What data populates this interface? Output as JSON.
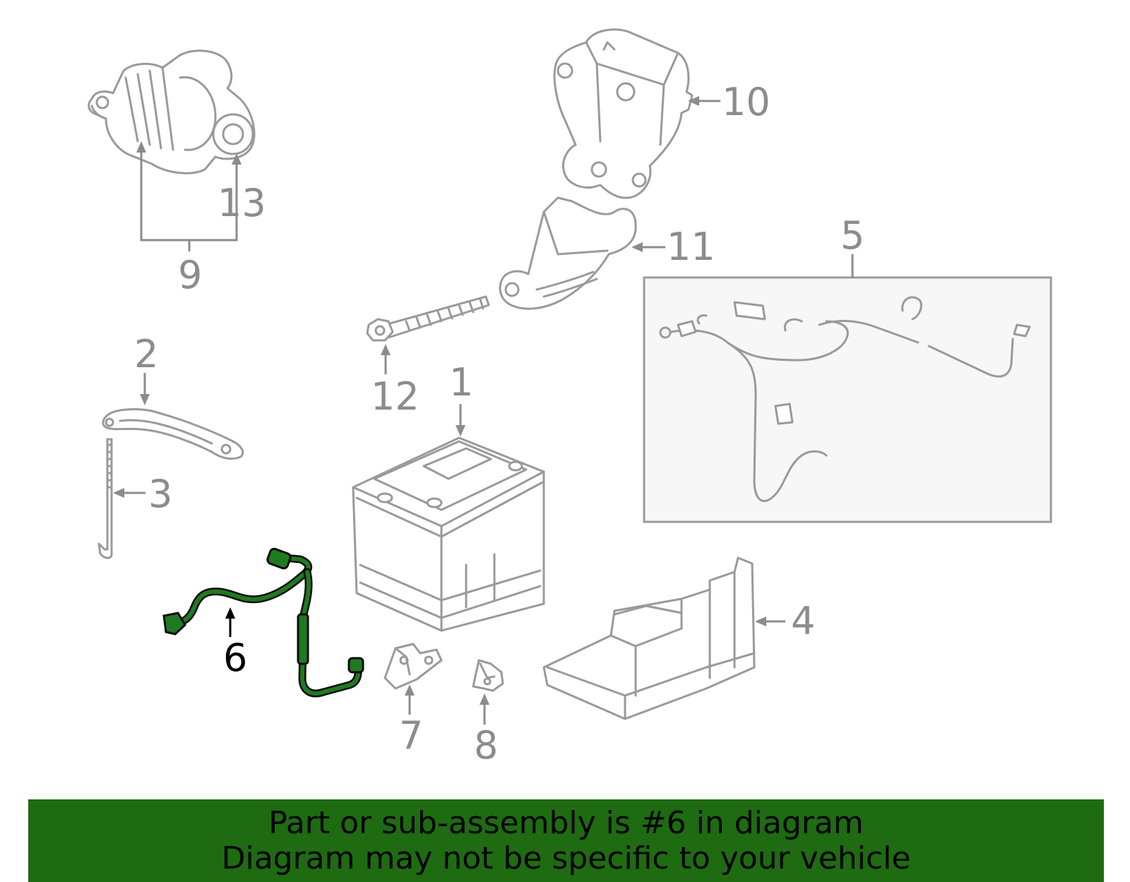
{
  "diagram": {
    "callouts": {
      "c1": "1",
      "c2": "2",
      "c3": "3",
      "c4": "4",
      "c5": "5",
      "c6": "6",
      "c7": "7",
      "c8": "8",
      "c9": "9",
      "c10": "10",
      "c11": "11",
      "c12": "12",
      "c13": "13"
    },
    "highlight_color": "#1f7a1f",
    "part_color": "#9a9a9a"
  },
  "banner": {
    "line1": "Part or sub-assembly is #6 in diagram",
    "line2": "Diagram may not be specific to your vehicle",
    "background": "#1e6b12"
  }
}
